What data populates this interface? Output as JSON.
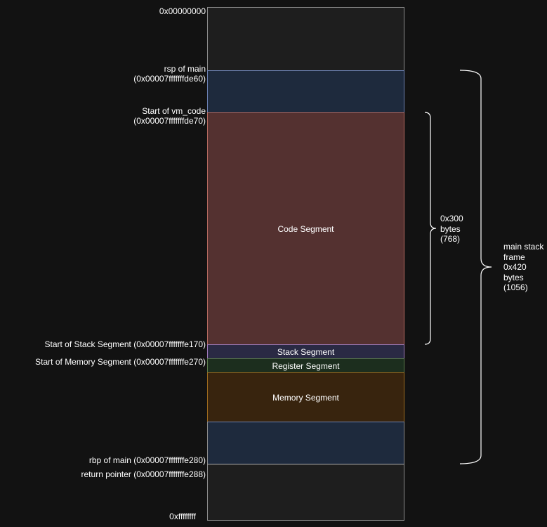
{
  "colors": {
    "background": "#121212",
    "outer_fill": "#1e1e1e",
    "outer_border": "#8a8a8a",
    "rsp_region_fill": "#1e2a3d",
    "rsp_region_border": "#6b7fb0",
    "code_fill": "#543130",
    "code_border": "#b4695f",
    "stack_fill": "#2a2a44",
    "stack_border": "#9e79b8",
    "register_fill": "#1c2e1e",
    "register_border": "#5a7a4c",
    "memory_fill": "#38240e",
    "memory_border": "#9c6a1e",
    "rbp_region_fill": "#1e2a3d",
    "brace": "#ffffff"
  },
  "segments": {
    "code": "Code Segment",
    "stack": "Stack Segment",
    "register": "Register Segment",
    "memory": "Memory Segment"
  },
  "address_labels": {
    "top": "0x00000000",
    "rsp_line1": "rsp of main",
    "rsp_line2": "(0x00007fffffffde60)",
    "vm_code_line1": "Start of vm_code",
    "vm_code_line2": "(0x00007fffffffde70)",
    "stack_segment": "Start of Stack Segment (0x00007fffffffe170)",
    "memory_segment": "Start of Memory Segment (0x00007fffffffe270)",
    "rbp": "rbp of main (0x00007fffffffe280)",
    "return_pointer": "return pointer (0x00007fffffffe288)",
    "bottom": "0xffffffff"
  },
  "braces": {
    "vm_code_size": "0x300\nbytes\n(768)",
    "stack_frame_size": "main stack\nframe\n0x420\nbytes\n(1056)"
  }
}
